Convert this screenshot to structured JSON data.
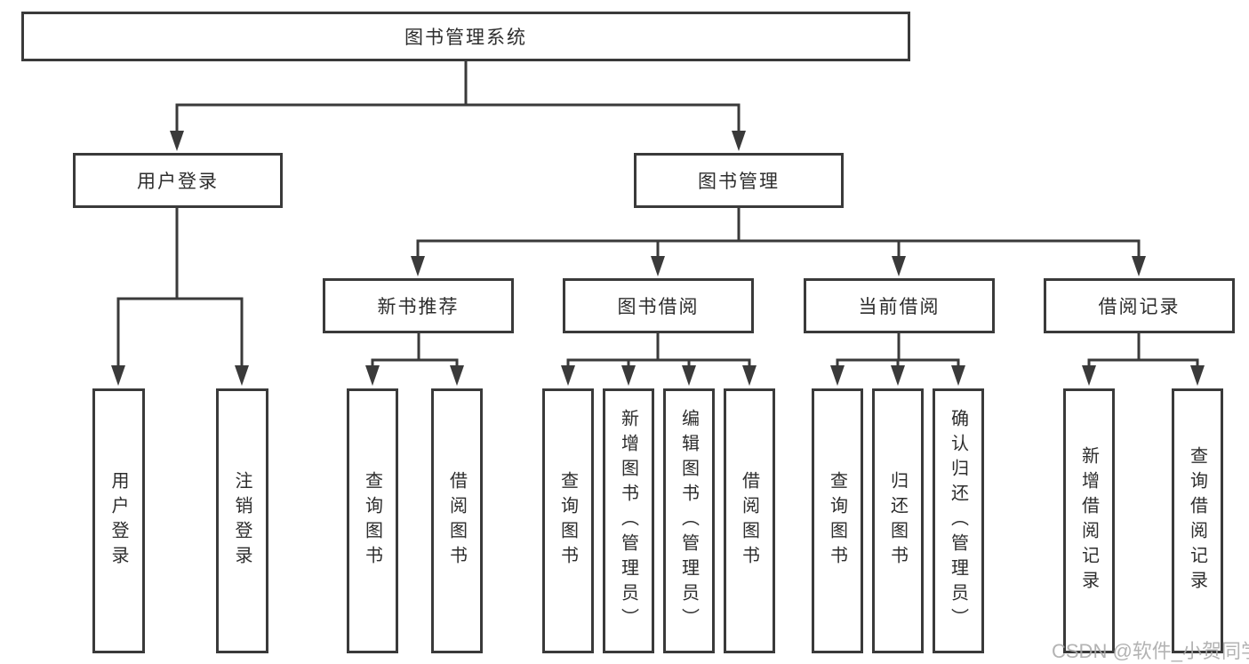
{
  "diagram_title": "图书管理系统",
  "colors": {
    "line": "#3a3a3a",
    "box_border": "#3a3a3a",
    "box_background": "#ffffff",
    "text": "#2d2d2d",
    "watermark": "#a8a8a8"
  },
  "nodes": {
    "root": "图书管理系统",
    "level2": [
      "用户登录",
      "图书管理"
    ],
    "level3": [
      "新书推荐",
      "图书借阅",
      "当前借阅",
      "借阅记录"
    ],
    "leaves1": [
      "用户登录",
      "注销登录"
    ],
    "leaves2": [
      "查询图书",
      "借阅图书"
    ],
    "leaves3": [
      "查询图书",
      "新增图书（管理员）",
      "编辑图书（管理员）",
      "借阅图书"
    ],
    "leaves4": [
      "查询图书",
      "归还图书",
      "确认归还（管理员）"
    ],
    "leaves5": [
      "新增借阅记录",
      "查询借阅记录"
    ]
  },
  "watermark": {
    "text": "CSDN @软件_小贺同学"
  }
}
